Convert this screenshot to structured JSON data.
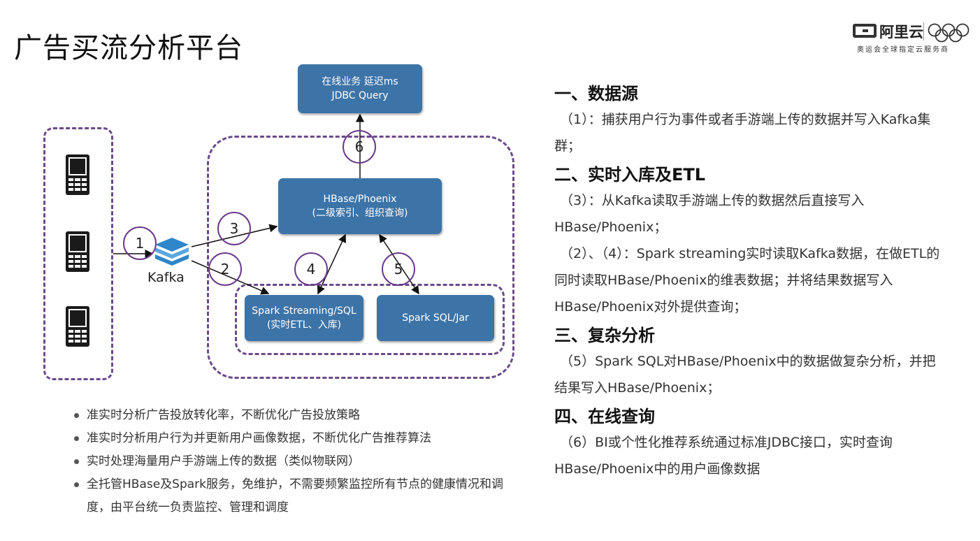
{
  "page": {
    "title": "广告买流分析平台"
  },
  "logo": {
    "name": "阿里云",
    "slogan": "奥运会全球指定云服务商"
  },
  "diagram": {
    "online": {
      "line1": "在线业务 延迟ms",
      "line2": "JDBC Query"
    },
    "hbase": {
      "line1": "HBase/Phoenix",
      "line2": "(二级索引、组织查询)"
    },
    "stream": {
      "line1": "Spark Streaming/SQL",
      "line2": "(实时ETL、入库)"
    },
    "sql": {
      "label": "Spark SQL/Jar"
    },
    "kafka": {
      "label": "Kafka"
    },
    "steps": [
      "1",
      "2",
      "3",
      "4",
      "5",
      "6"
    ],
    "colors": {
      "node": "#3d74a8",
      "dash": "#6a4a8a",
      "circle": "#6a3a8a"
    }
  },
  "bullets": [
    "准实时分析广告投放转化率，不断优化广告投放策略",
    "准实时分析用户行为并更新用户画像数据，不断优化广告推荐算法",
    "实时处理海量用户手游端上传的数据（类似物联网）",
    "全托管HBase及Spark服务，免维护，不需要频繁监控所有节点的健康情况和调度，由平台统一负责监控、管理和调度"
  ],
  "sections": [
    {
      "title": "一、数据源",
      "body": [
        "（1）：捕获用户行为事件或者手游端上传的数据并写入Kafka集群；"
      ]
    },
    {
      "title": "二、实时入库及ETL",
      "body": [
        "（3）：从Kafka读取手游端上传的数据然后直接写入HBase/Phoenix；",
        "（2）、（4）：Spark streaming实时读取Kafka数据，在做ETL的同时读取HBase/Phoenix的维表数据；并将结果数据写入HBase/Phoenix对外提供查询；"
      ]
    },
    {
      "title": "三、复杂分析",
      "body": [
        "（5）Spark SQL对HBase/Phoenix中的数据做复杂分析，并把结果写入HBase/Phoenix；"
      ]
    },
    {
      "title": "四、在线查询",
      "body": [
        "（6）BI或个性化推荐系统通过标准JDBC接口，实时查询HBase/Phoenix中的用户画像数据"
      ]
    }
  ]
}
